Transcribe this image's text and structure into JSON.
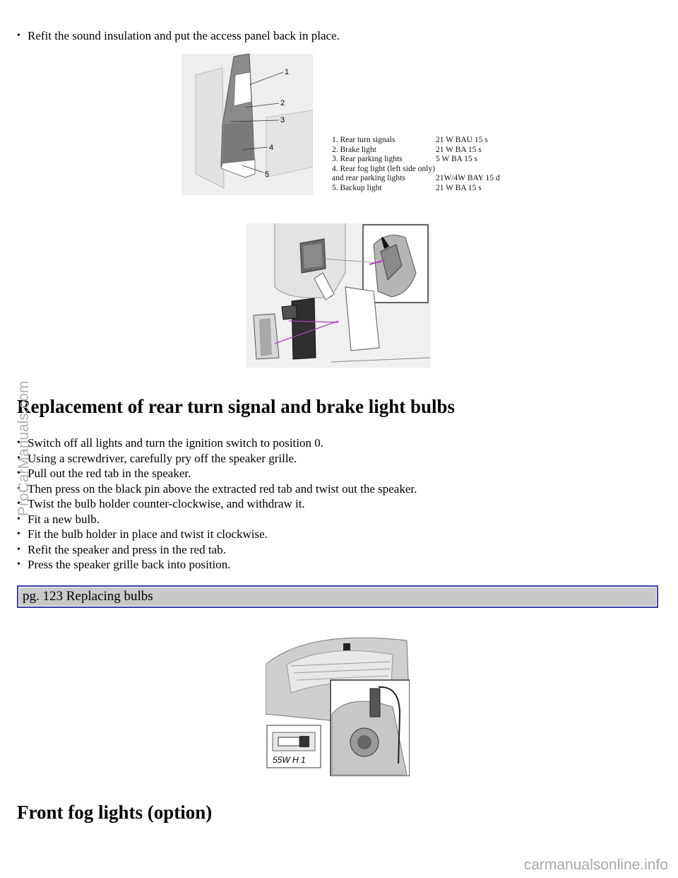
{
  "top_bullet": "Refit the sound insulation and put the access panel back in place.",
  "figure1": {
    "callouts": [
      "1",
      "2",
      "3",
      "4",
      "5"
    ],
    "legend": [
      {
        "label": "1. Rear turn signals",
        "value": "21 W BAU 15 s"
      },
      {
        "label": "2. Brake light",
        "value": "21 W BA 15 s"
      },
      {
        "label": "3. Rear parking lights",
        "value": "5 W BA 15 s"
      },
      {
        "label": "4. Rear fog light (left side only)",
        "value": ""
      },
      {
        "label": "and rear parking lights",
        "value": "21W/4W BAY 15 d"
      },
      {
        "label": "5. Backup light",
        "value": "21 W BA 15 s"
      }
    ]
  },
  "section1": {
    "heading": "Replacement of rear turn signal and brake light bulbs",
    "steps": [
      "Switch off all lights and turn the ignition switch to position 0.",
      "Using a screwdriver, carefully pry off the speaker grille.",
      "Pull out the red tab in the speaker.",
      "Then press on the black pin above the extracted red tab and twist out the speaker.",
      "Twist the bulb holder counter-clockwise, and withdraw it.",
      "Fit a new bulb.",
      "Fit the bulb holder in place and twist it clockwise.",
      "Refit the speaker and press in the red tab.",
      "Press the speaker grille back into position."
    ]
  },
  "page_ref": "pg. 123 Replacing bulbs",
  "figure3": {
    "bulb_label": "55W H 1"
  },
  "section2": {
    "heading": "Front fog lights (option)"
  },
  "watermarks": {
    "side": "ProCarManuals.com",
    "bottom": "carmanualsonline.info"
  },
  "colors": {
    "page_ref_border": "#3a3aa8",
    "page_ref_bg": "#c9c9c9",
    "guide_line": "#b03fc0"
  }
}
